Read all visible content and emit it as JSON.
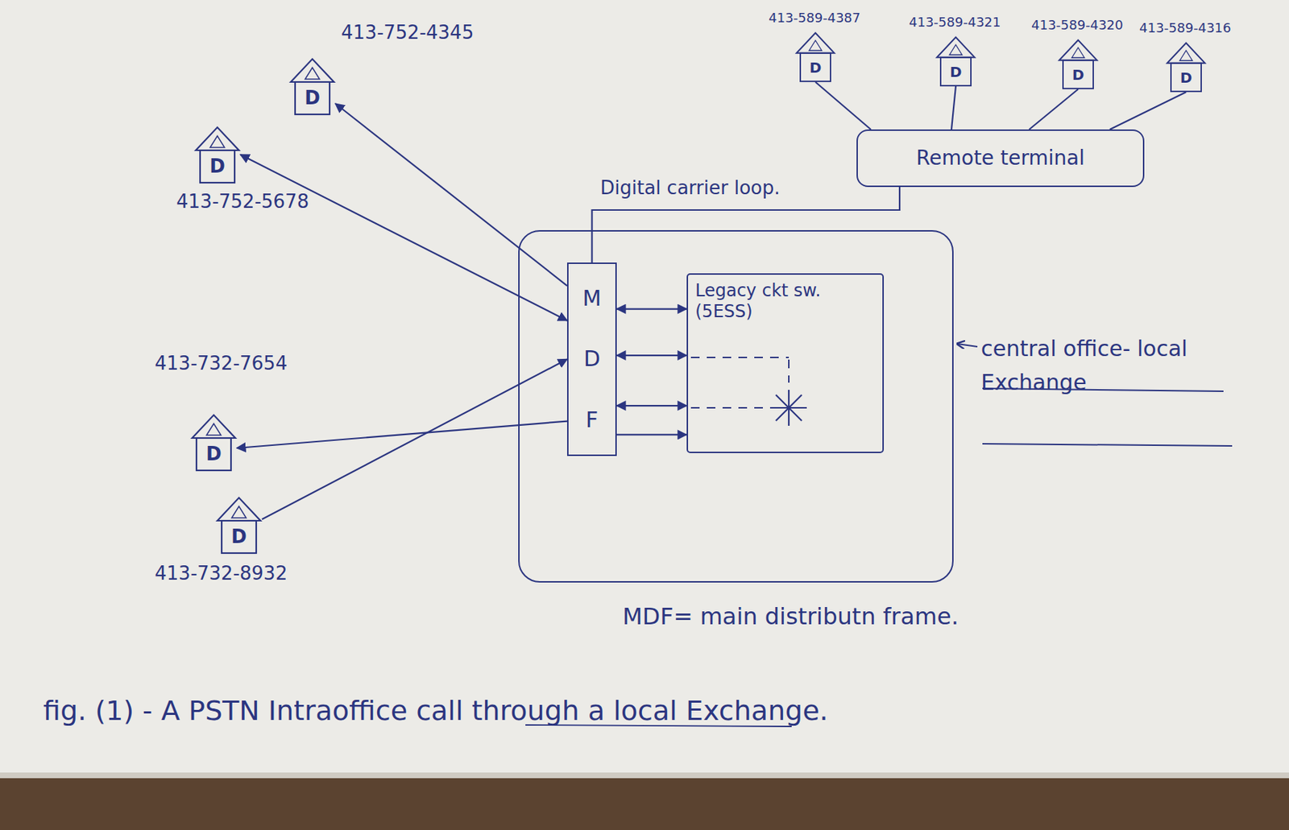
{
  "diagram": {
    "caption": "fig. (1) - A PSTN Intraoffice call through a local Exchange.",
    "nodes": [
      {
        "text": [
          "413-589-4387",
          "D"
        ]
      },
      {
        "text": [
          "413-589-4321",
          "D"
        ]
      },
      {
        "text": [
          "413-589-4320",
          "D"
        ]
      },
      {
        "text": [
          "413-589-4316",
          "D"
        ]
      },
      {
        "text": [
          "413-752-4345",
          "D"
        ]
      },
      {
        "text": [
          "Remote terminal"
        ]
      },
      {
        "text": [
          "413-752-5678",
          "D"
        ]
      },
      {
        "text": [
          "central office- local Exchange"
        ]
      },
      {
        "text": [
          "M",
          "D",
          "F"
        ],
        "in": 7
      },
      {
        "text": [
          "Legacy ckt sw. (5ESS)"
        ],
        "in": 7
      },
      {
        "text": [
          "413-732-7654",
          "D"
        ]
      },
      {
        "text": [
          "413-732-8932",
          "D"
        ]
      }
    ],
    "edges": [
      {
        "from": 0,
        "to": 5,
        "arrow": "none"
      },
      {
        "from": 1,
        "to": 5,
        "arrow": "none"
      },
      {
        "from": 2,
        "to": 5,
        "arrow": "none"
      },
      {
        "from": 3,
        "to": 5,
        "arrow": "none"
      },
      {
        "from": 5,
        "to": 8,
        "label": "Digital carrier loop.",
        "arrow": "none"
      },
      {
        "from": 8,
        "to": 4,
        "arrow": "to"
      },
      {
        "from": 6,
        "to": 8,
        "arrow": "both"
      },
      {
        "from": 8,
        "to": 10,
        "arrow": "to"
      },
      {
        "from": 11,
        "to": 8,
        "arrow": "to"
      },
      {
        "from": 8,
        "to": 9,
        "arrow": "both"
      },
      {
        "from": 8,
        "to": 9,
        "arrow": "both"
      },
      {
        "from": 8,
        "to": 9,
        "arrow": "both"
      },
      {
        "from": 8,
        "to": 9,
        "arrow": "to"
      }
    ],
    "labels": [
      "MDF= main distributn frame."
    ]
  }
}
